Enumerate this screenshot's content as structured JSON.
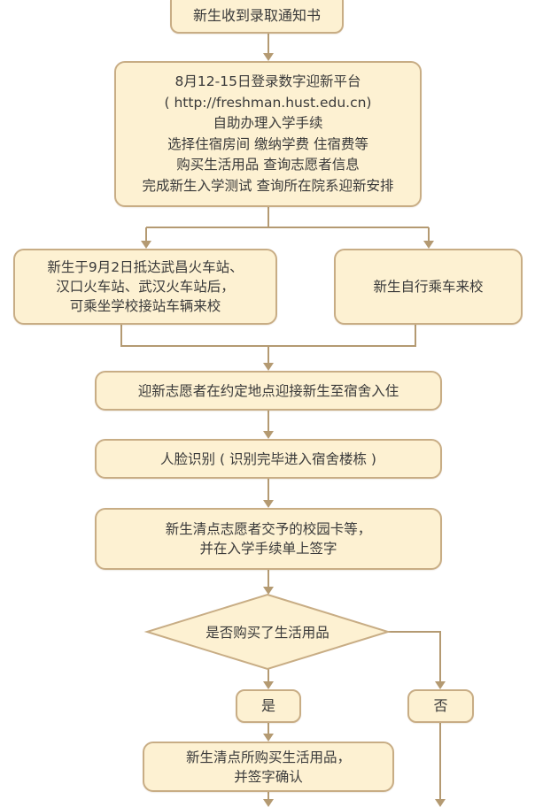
{
  "diagram": {
    "type": "flowchart",
    "colors": {
      "node_fill": "#fdf1d2",
      "node_border": "#c8ad85",
      "connector": "#b49a72",
      "text": "#3a3a3a"
    },
    "nodes": {
      "receive_notice": {
        "lines": [
          "新生收到录取通知书"
        ]
      },
      "login_platform": {
        "lines": [
          "8月12-15日登录数字迎新平台",
          "( http://freshman.hust.edu.cn)",
          "自助办理入学手续",
          "选择住宿房间  缴纳学费  住宿费等",
          "购买生活用品  查询志愿者信息",
          "完成新生入学测试  查询所在院系迎新安排"
        ]
      },
      "arrive_station": {
        "lines": [
          "新生于9月2日抵达武昌火车站、",
          "汉口火车站、武汉火车站后，",
          "可乘坐学校接站车辆来校"
        ]
      },
      "self_travel": {
        "lines": [
          "新生自行乘车来校"
        ]
      },
      "volunteer_pickup": {
        "lines": [
          "迎新志愿者在约定地点迎接新生至宿舍入住"
        ]
      },
      "face_recognition": {
        "lines": [
          "人脸识别 ( 识别完毕进入宿舍楼栋 )"
        ]
      },
      "check_items": {
        "lines": [
          "新生清点志愿者交予的校园卡等，",
          "并在入学手续单上签字"
        ]
      },
      "decision": {
        "label": "是否购买了生活用品"
      },
      "yes": {
        "label": "是"
      },
      "no": {
        "label": "否"
      },
      "check_purchase": {
        "lines": [
          "新生清点所购买生活用品，",
          "并签字确认"
        ]
      }
    },
    "edges": [
      {
        "from": "receive_notice",
        "to": "login_platform"
      },
      {
        "from": "login_platform",
        "to": "arrive_station"
      },
      {
        "from": "login_platform",
        "to": "self_travel"
      },
      {
        "from": "arrive_station",
        "to": "volunteer_pickup"
      },
      {
        "from": "self_travel",
        "to": "volunteer_pickup"
      },
      {
        "from": "volunteer_pickup",
        "to": "face_recognition"
      },
      {
        "from": "face_recognition",
        "to": "check_items"
      },
      {
        "from": "check_items",
        "to": "decision"
      },
      {
        "from": "decision",
        "to": "yes"
      },
      {
        "from": "decision",
        "to": "no"
      },
      {
        "from": "yes",
        "to": "check_purchase"
      },
      {
        "from": "check_purchase",
        "to": "(continues below)"
      },
      {
        "from": "no",
        "to": "(continues below)"
      }
    ]
  }
}
